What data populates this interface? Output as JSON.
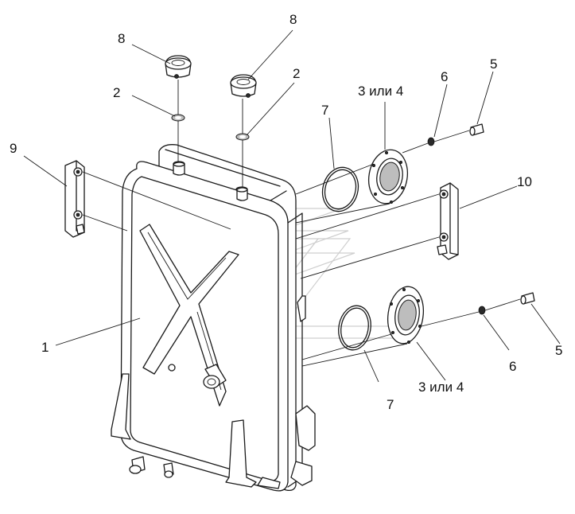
{
  "diagram": {
    "callouts": [
      {
        "id": "c8a",
        "text": "8"
      },
      {
        "id": "c8b",
        "text": "8"
      },
      {
        "id": "c2a",
        "text": "2"
      },
      {
        "id": "c2b",
        "text": "2"
      },
      {
        "id": "c9",
        "text": "9"
      },
      {
        "id": "c1",
        "text": "1"
      },
      {
        "id": "c7a",
        "text": "7"
      },
      {
        "id": "c7b",
        "text": "7"
      },
      {
        "id": "c34a",
        "text": "3 или 4"
      },
      {
        "id": "c34b",
        "text": "3 или 4"
      },
      {
        "id": "c6a",
        "text": "6"
      },
      {
        "id": "c6b",
        "text": "6"
      },
      {
        "id": "c5a",
        "text": "5"
      },
      {
        "id": "c5b",
        "text": "5"
      },
      {
        "id": "c10",
        "text": "10"
      }
    ]
  }
}
